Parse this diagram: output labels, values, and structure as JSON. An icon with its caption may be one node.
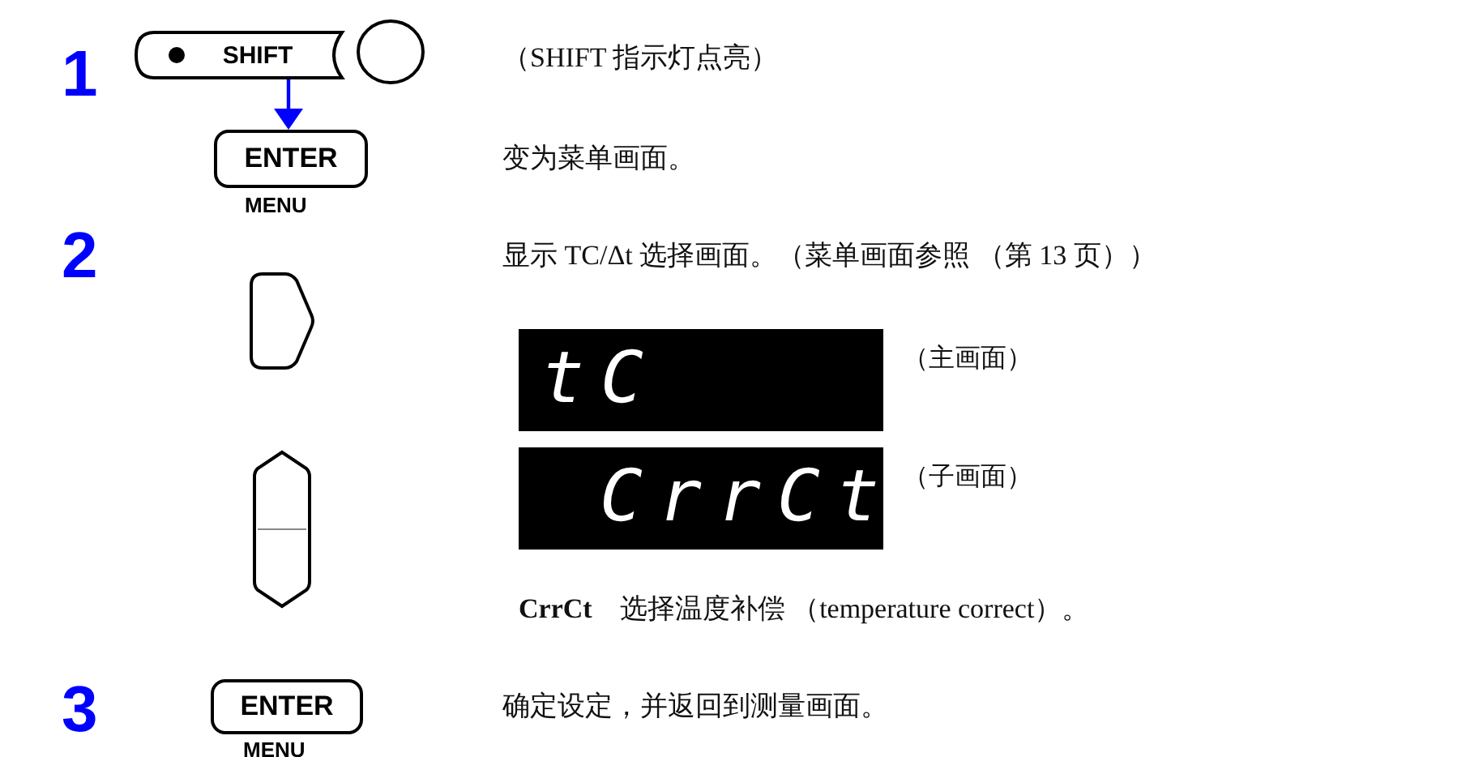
{
  "diagram": {
    "nodes": [
      {
        "text": [
          "SHIFT"
        ]
      },
      {
        "text": [],
        "shape": "circle"
      },
      {
        "text": [
          "ENTER"
        ],
        "beside": [
          "MENU"
        ]
      },
      {
        "text": [],
        "shape": "box"
      },
      {
        "text": [
          "tC"
        ],
        "beside": [
          "（主画面）"
        ]
      },
      {
        "text": [
          "CrrCt"
        ],
        "beside": [
          "（子画面）"
        ]
      },
      {
        "text": [],
        "shape": "box"
      },
      {
        "text": [
          "ENTER"
        ],
        "beside": [
          "MENU"
        ]
      }
    ],
    "edges": [
      {
        "from": 0,
        "to": 2,
        "arrow": "to",
        "color": "#0000ff"
      }
    ],
    "labels": [
      "1",
      "（SHIFT 指示灯点亮）",
      "变为菜单画面。",
      "2",
      "显示 TC/Δt 选择画面。（菜单画面参照 （第 13 页））",
      "**CrrCt**　选择温度补偿 （temperature correct）。",
      "3",
      "确定设定，并返回到测量画面。"
    ]
  }
}
